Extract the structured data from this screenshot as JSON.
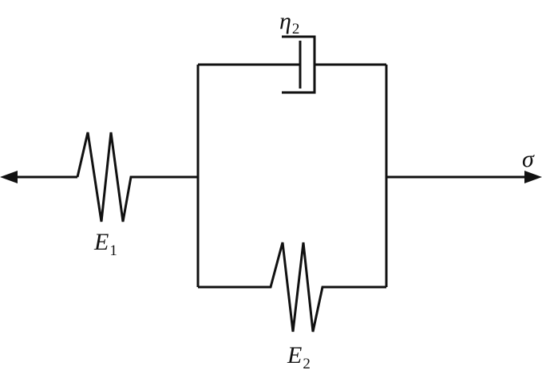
{
  "colors": {
    "line": "#111111",
    "text": "#111111",
    "background": "#ffffff"
  },
  "labels": {
    "e1": {
      "symbol": "E",
      "subscript": "1"
    },
    "e2": {
      "symbol": "E",
      "subscript": "2"
    },
    "eta2": {
      "symbol": "η",
      "subscript": "2"
    },
    "sigma": {
      "symbol": "σ"
    }
  }
}
